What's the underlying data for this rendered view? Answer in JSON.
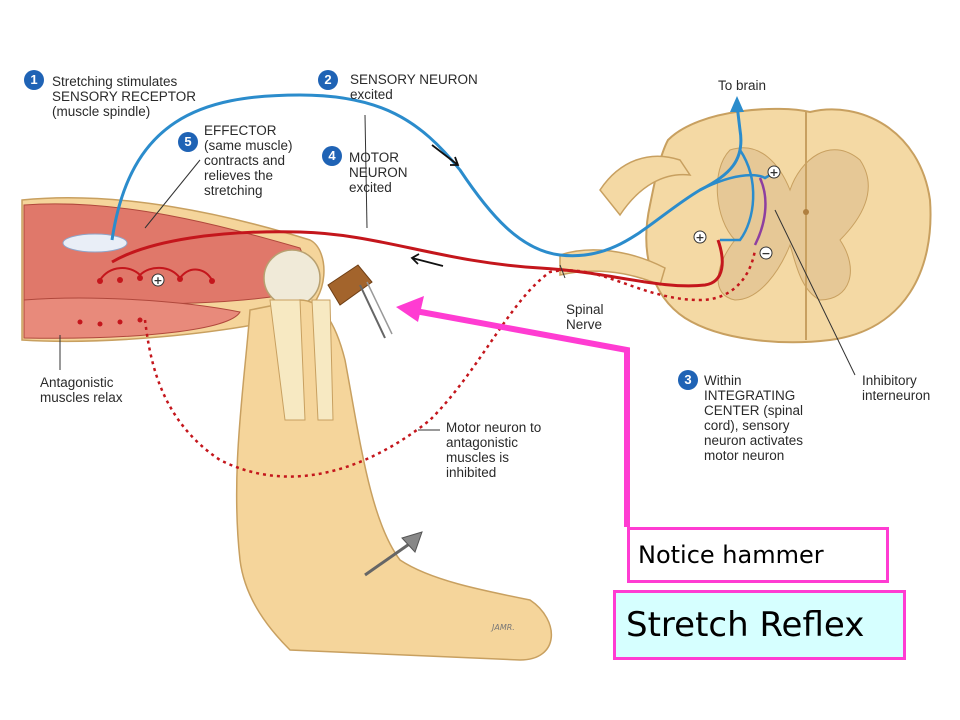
{
  "labels": {
    "step1": "Stretching stimulates\nSENSORY RECEPTOR\n(muscle spindle)",
    "step2": "SENSORY NEURON\nexcited",
    "step3": "Within\nINTEGRATING\nCENTER (spinal\ncord), sensory\nneuron activates\nmotor neuron",
    "step4": "MOTOR\nNEURON\nexcited",
    "step5": "EFFECTOR\n(same muscle)\ncontracts and\nrelieves the\nstretching",
    "to_brain": "To brain",
    "spinal_nerve": "Spinal\nNerve",
    "antagonistic": "Antagonistic\nmuscles relax",
    "motor_inhibited": "Motor neuron to\nantagonistic\nmuscles is\ninhibited",
    "inhibitory": "Inhibitory\ninterneuron"
  },
  "step_numbers": {
    "n1": "1",
    "n2": "2",
    "n3": "3",
    "n4": "4",
    "n5": "5"
  },
  "callouts": {
    "notice": "Notice hammer",
    "title": "Stretch Reflex"
  },
  "colors": {
    "sensory": "#2b8ccc",
    "motor": "#c4161c",
    "interneuron": "#8e3fa0",
    "callout": "#ff3cd2",
    "title_bg": "#d6ffff",
    "skin": "#f5d59b",
    "muscle": "#e0786a",
    "step_badge": "#1f63b5"
  }
}
